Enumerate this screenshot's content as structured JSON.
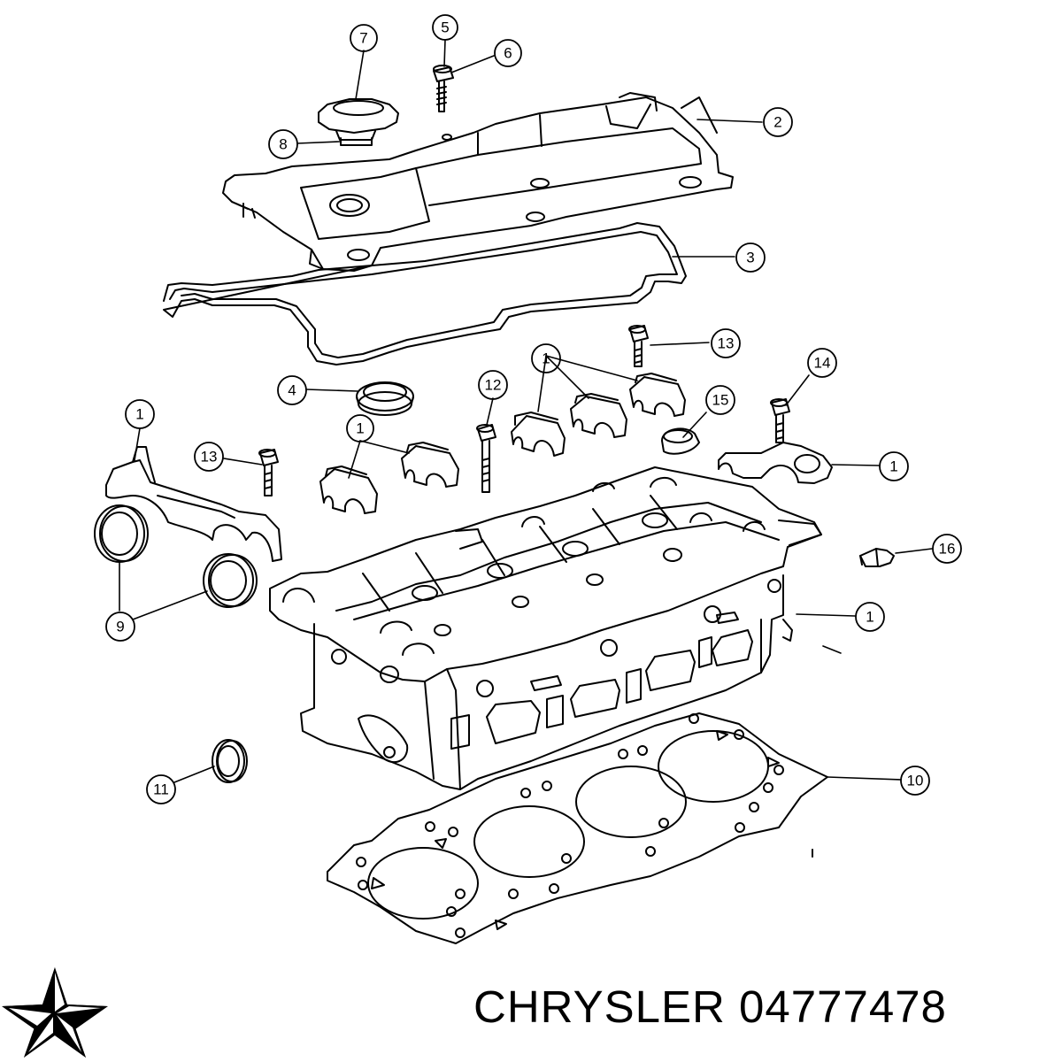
{
  "callouts": [
    {
      "id": "c7",
      "label": "7"
    },
    {
      "id": "c5",
      "label": "5"
    },
    {
      "id": "c6",
      "label": "6"
    },
    {
      "id": "c2",
      "label": "2"
    },
    {
      "id": "c8",
      "label": "8"
    },
    {
      "id": "c3",
      "label": "3"
    },
    {
      "id": "c13a",
      "label": "13"
    },
    {
      "id": "c1a",
      "label": "1"
    },
    {
      "id": "c14",
      "label": "14"
    },
    {
      "id": "c4",
      "label": "4"
    },
    {
      "id": "c12",
      "label": "12"
    },
    {
      "id": "c15",
      "label": "15"
    },
    {
      "id": "c1b",
      "label": "1"
    },
    {
      "id": "c1c",
      "label": "1"
    },
    {
      "id": "c13b",
      "label": "13"
    },
    {
      "id": "c1d",
      "label": "1"
    },
    {
      "id": "c16",
      "label": "16"
    },
    {
      "id": "c1e",
      "label": "1"
    },
    {
      "id": "c9",
      "label": "9"
    },
    {
      "id": "c11",
      "label": "11"
    },
    {
      "id": "c10",
      "label": "10"
    }
  ],
  "brand": {
    "name": "CHRYSLER",
    "part_number": "04777478",
    "logo_icon": "chrysler-pentastar-icon"
  }
}
